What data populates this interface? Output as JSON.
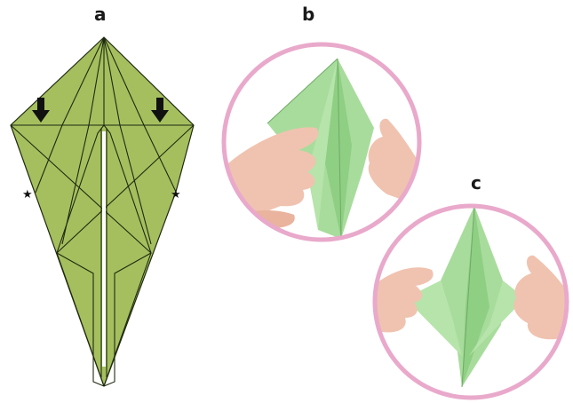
{
  "labels": {
    "a": "a",
    "b": "b",
    "c": "c"
  },
  "markers": {
    "star": "★"
  },
  "icons": {
    "fold_arrow": "down-arrow-icon"
  },
  "colors": {
    "paper_diagram": "#a5bf5f",
    "paper_photo": "#9fd695",
    "frame_ring": "#e9a9cb",
    "skin": "#f0c3b0",
    "line": "#1f2a10"
  }
}
